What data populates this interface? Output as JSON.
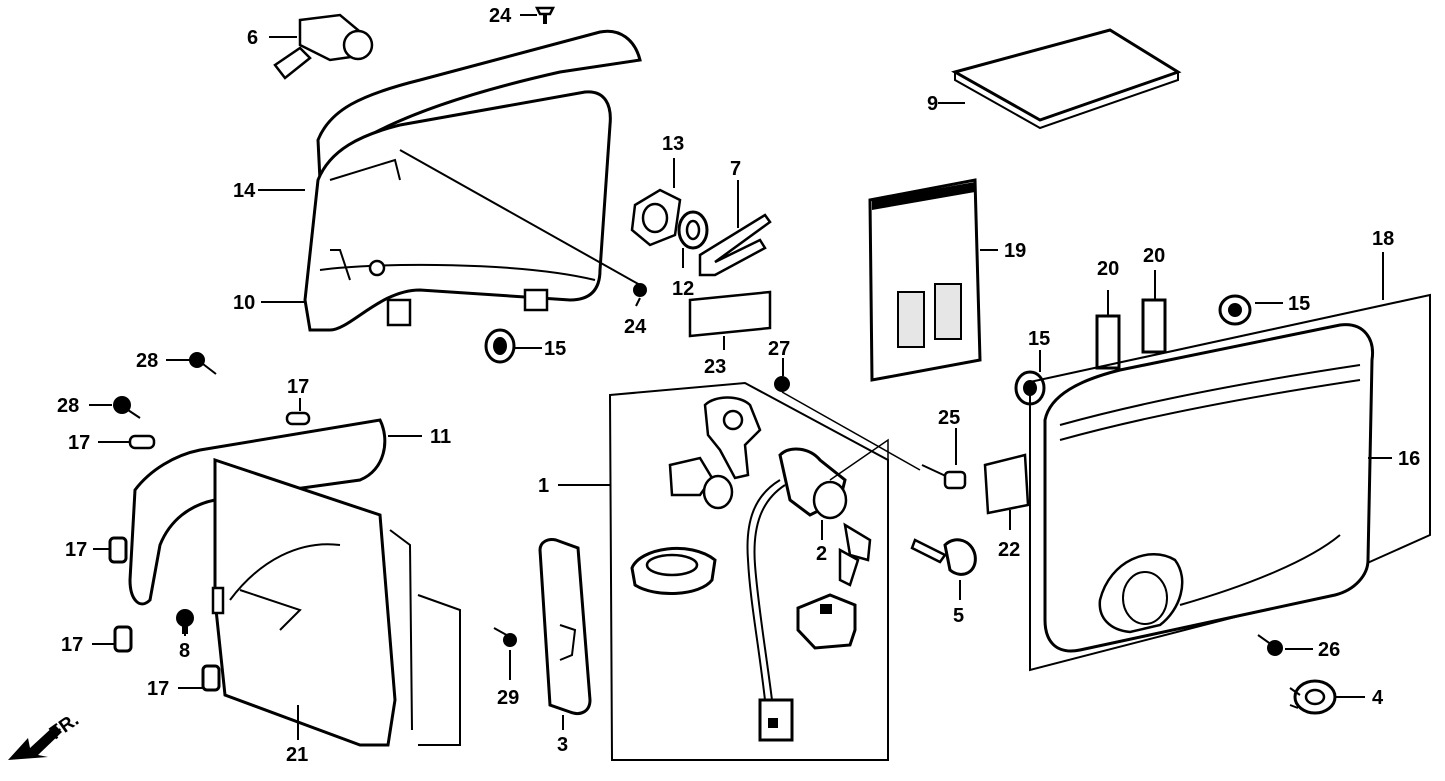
{
  "direction_label": "FR.",
  "callouts": {
    "p1": "1",
    "p2": "2",
    "p3": "3",
    "p4": "4",
    "p5": "5",
    "p6": "6",
    "p7": "7",
    "p8": "8",
    "p9": "9",
    "p10": "10",
    "p11": "11",
    "p12": "12",
    "p13": "13",
    "p14": "14",
    "p15a": "15",
    "p15b": "15",
    "p15c": "15",
    "p16": "16",
    "p17a": "17",
    "p17b": "17",
    "p17c": "17",
    "p17d": "17",
    "p17e": "17",
    "p18": "18",
    "p19": "19",
    "p20a": "20",
    "p20b": "20",
    "p21": "21",
    "p22": "22",
    "p23": "23",
    "p24a": "24",
    "p24b": "24",
    "p25": "25",
    "p26": "26",
    "p27": "27",
    "p28a": "28",
    "p28b": "28",
    "p29": "29"
  }
}
